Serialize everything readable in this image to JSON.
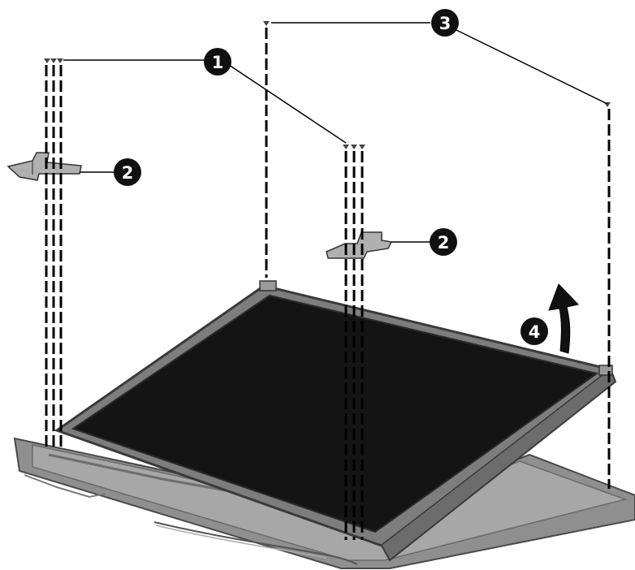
{
  "callouts": [
    {
      "id": "callout-1",
      "label": "1"
    },
    {
      "id": "callout-2-left",
      "label": "2"
    },
    {
      "id": "callout-2-right",
      "label": "2"
    },
    {
      "id": "callout-3",
      "label": "3"
    },
    {
      "id": "callout-4",
      "label": "4"
    }
  ],
  "colors": {
    "callout_fill": "#111111",
    "panel_screen": "#141414",
    "panel_frame": "#8a8a8a",
    "enclosure": "#9b9b9b",
    "leader_line": "#000000"
  }
}
